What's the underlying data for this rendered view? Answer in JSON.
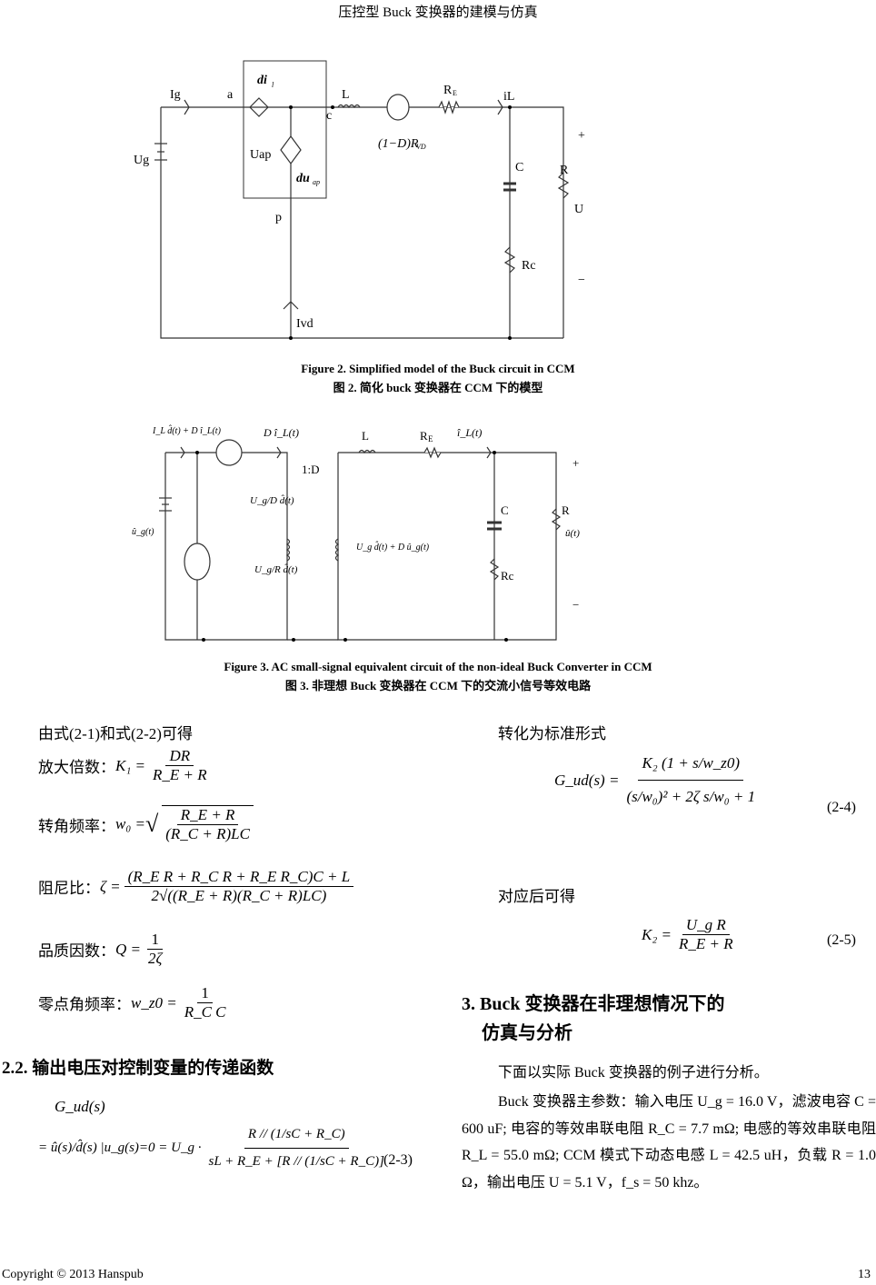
{
  "header": {
    "title": "压控型 Buck 变换器的建模与仿真"
  },
  "figure2": {
    "labels": {
      "ig": "Ig",
      "a": "a",
      "dil": "di",
      "dil_sub": "l",
      "uap": "Uap",
      "duap": "du",
      "duap_sub": "ap",
      "c": "c",
      "L": "L",
      "src": "(1−D)R",
      "src_sub": "VD",
      "re": "R",
      "re_sub": "E",
      "iL": "iL",
      "ug": "Ug",
      "p": "p",
      "ivd": "Ivd",
      "C": "C",
      "R": "R",
      "U": "U",
      "Rc": "Rc",
      "plus": "+",
      "minus": "−"
    },
    "caption_en": "Figure 2. Simplified model of the Buck circuit in CCM",
    "caption_cn": "图 2.  简化 buck 变换器在 CCM 下的模型"
  },
  "figure3": {
    "labels": {
      "iin": "I_L d̂(t) + D î_L(t)",
      "dil": "D î_L(t)",
      "ugd": "U_g/D d̂(t)",
      "ugr": "U_g/R d̂(t)",
      "ug": "û_g(t)",
      "ratio": "1:D",
      "L": "L",
      "re": "R",
      "re_sub": "E",
      "il": "î_L(t)",
      "sec": "U_g d̂(t) + D û_g(t)",
      "C": "C",
      "R": "R",
      "Rc": "Rc",
      "u": "û(t)",
      "plus": "+",
      "minus": "−"
    },
    "caption_en": "Figure 3. AC small-signal equivalent circuit of the non-ideal Buck Converter in CCM",
    "caption_cn": "图 3.  非理想 Buck 变换器在 CCM 下的交流小信号等效电路"
  },
  "left": {
    "intro": "由式(2-1)和式(2-2)可得",
    "gain_label": "放大倍数：",
    "gain_lhs": "K₁ =",
    "gain_num": "DR",
    "gain_den": "R_E + R",
    "corner_label": "转角频率：",
    "corner_lhs": "w₀ =",
    "corner_num": "R_E + R",
    "corner_den": "(R_C + R)LC",
    "damp_label": "阻尼比：",
    "damp_lhs": "ζ =",
    "damp_num": "(R_E R + R_C R + R_E R_C)C + L",
    "damp_den": "2√((R_E + R)(R_C + R)LC)",
    "q_label": "品质因数：",
    "q_lhs": "Q =",
    "q_num": "1",
    "q_den": "2ζ",
    "zero_label": "零点角频率：",
    "zero_lhs": "w_z0 =",
    "zero_num": "1",
    "zero_den": "R_C C",
    "section": "2.2.  输出电压对控制变量的传递函数",
    "gud": "G_ud(s)",
    "eq3_lhs": "= û(s)/d̂(s) |u_g(s)=0 = U_g ·",
    "eq3_num": "R // (1/sC + R_C)",
    "eq3_den": "sL + R_E + [R // (1/sC + R_C)]",
    "eq3_no": "(2-3)"
  },
  "right": {
    "std": "转化为标准形式",
    "eq4_lhs": "G_ud(s) =",
    "eq4_num": "K₂ (1 + s/w_z0)",
    "eq4_den": "(s/w₀)² + 2ζ s/w₀ + 1",
    "eq4_no": "(2-4)",
    "after": "对应后可得",
    "eq5_lhs": "K₂ =",
    "eq5_num": "U_g R",
    "eq5_den": "R_E + R",
    "eq5_no": "(2-5)",
    "section_l1": "3. Buck 变换器在非理想情况下的",
    "section_l2": "仿真与分析",
    "p1": "下面以实际 Buck 变换器的例子进行分析。",
    "p2": "Buck 变换器主参数：输入电压 U_g = 16.0 V，滤波电容 C = 600 uF; 电容的等效串联电阻 R_C = 7.7 mΩ; 电感的等效串联电阻 R_L = 55.0 mΩ; CCM 模式下动态电感 L = 42.5 uH，负载 R = 1.0 Ω，输出电压 U = 5.1 V，f_s = 50 khz。"
  },
  "footer": {
    "copyright": "Copyright © 2013 Hanspub",
    "page": "13"
  }
}
